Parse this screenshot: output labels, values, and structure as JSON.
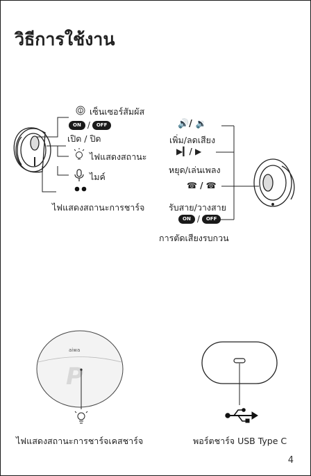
{
  "title": "วิธีการใช้งาน",
  "left_earbud": {
    "touch_sensor": "เซ็นเซอร์สัมผัส",
    "on_label": "ON",
    "off_label": "OFF",
    "onoff_sep": "/",
    "power_onoff": "เปิด / ปิด",
    "status_light": "ไฟแสดงสถานะ",
    "mic": "ไมค์",
    "charge_light": "ไฟแสดงสถานะการชาร์จ"
  },
  "right_earbud": {
    "volume_icons": "🔊/ 🔉",
    "volume": "เพิ่ม/ลดเสียง",
    "play_icons": "▶▎/ ▶",
    "play_pause": "หยุด/เล่นเพลง",
    "call_icons": "☎ / ☎",
    "answer_end_call": "รับสาย/วางสาย",
    "on_label": "ON",
    "off_label": "OFF",
    "onoff_sep": "/",
    "noise_cancel": "การตัดเสียงรบกวน"
  },
  "case": {
    "brand": "aiwa",
    "logo": "P",
    "charge_light_label": "ไฟแสดงสถานะการชาร์จเคสชาร์จ"
  },
  "port": {
    "label": "พอร์ตชาร์จ USB Type C"
  },
  "page_number": "4"
}
